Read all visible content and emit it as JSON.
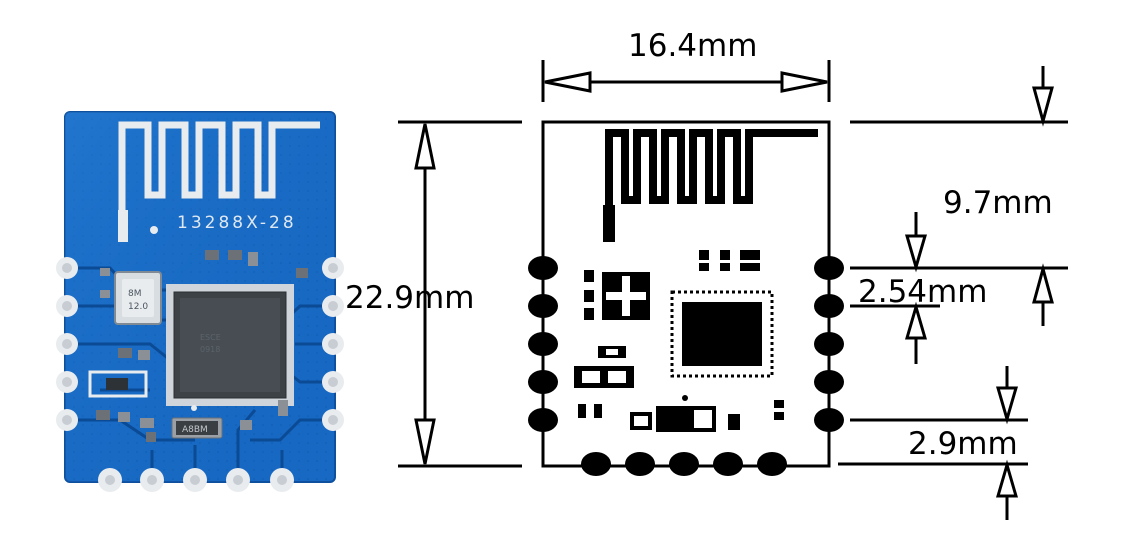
{
  "photo": {
    "board_label": "13288X-28",
    "crystal_label": "8M",
    "crystal_label2": "12.0",
    "component_label": "A8BM",
    "board_color": "#1769c3",
    "board_edge_color": "#0e4f9e",
    "trace_color": "#0b4a94",
    "pad_color": "#e9ecef"
  },
  "drawing": {
    "width_dim": "16.4mm",
    "height_dim": "22.9mm",
    "antenna_dim": "9.7mm",
    "pitch_dim": "2.54mm",
    "bottom_dim": "2.9mm",
    "line_color": "#000000"
  }
}
